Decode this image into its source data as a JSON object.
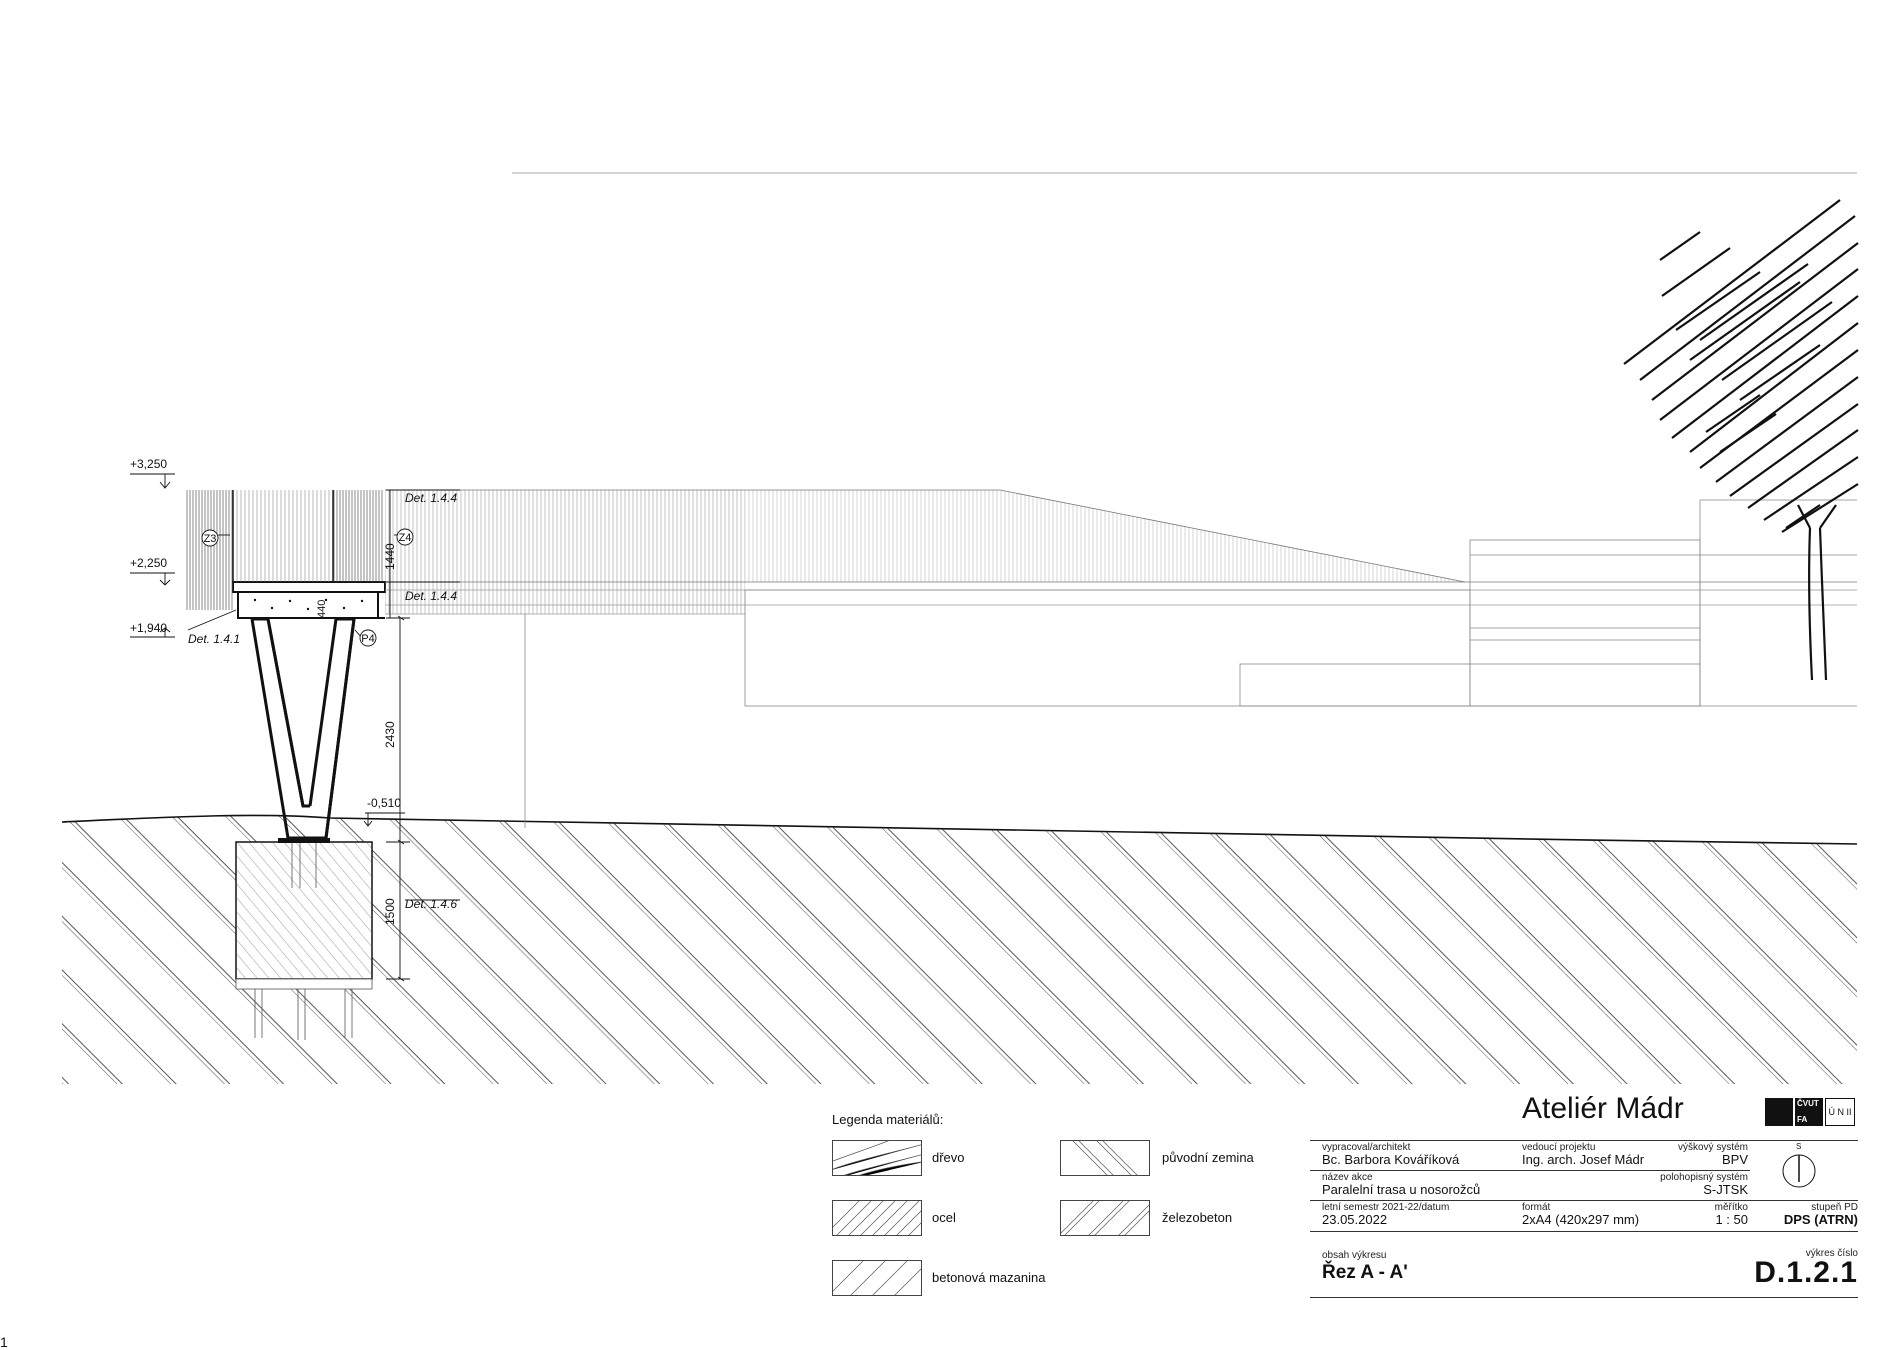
{
  "elevations": {
    "top": "+3,250",
    "mid": "+2,250",
    "deck": "+1,940",
    "ground": "-0,510"
  },
  "dimensions": {
    "rail_height": "1440",
    "deck_thickness": "440",
    "column_height": "2430",
    "footing_depth": "1500"
  },
  "detail_refs": {
    "rail_top": "Det. 1.4.4",
    "rail_bottom": "Det. 1.4.4",
    "deck": "Det. 1.4.1",
    "footing": "Det. 1.4.6"
  },
  "markers": {
    "z3": "Z3",
    "z4": "Z4",
    "p4": "P4"
  },
  "legend": {
    "title": "Legenda materiálů:",
    "items": [
      {
        "label": "dřevo"
      },
      {
        "label": "ocel"
      },
      {
        "label": "betonová mazanina"
      },
      {
        "label": "původní zemina"
      },
      {
        "label": "železobeton"
      }
    ]
  },
  "title_block": {
    "studio": "Ateliér Mádr",
    "author_label": "vypracoval/architekt",
    "author": "Bc. Barbora Kováříková",
    "leader_label": "vedoucí projektu",
    "leader": "Ing. arch. Josef Mádr",
    "height_system_label": "výškový systém",
    "height_system": "BPV",
    "project_label": "název akce",
    "project": "Paralelní trasa u nosorožců",
    "position_system_label": "polohopisný systém",
    "position_system": "S-JTSK",
    "semester_label": "letní semestr 2021-22/datum",
    "date": "23.05.2022",
    "format_label": "formát",
    "format": "2xA4 (420x297 mm)",
    "scale_label": "měřítko",
    "scale": "1 : 50",
    "stage_label": "stupeň PD",
    "stage": "DPS (ATRN)",
    "content_label": "obsah výkresu",
    "content": "Řez A - A'",
    "number_label": "výkres číslo",
    "number": "D.1.2.1",
    "north_label": "S",
    "logo_cvut": "ČVUT",
    "logo_fa": "FA",
    "logo_un": "Ú N II"
  },
  "page_number": "1"
}
